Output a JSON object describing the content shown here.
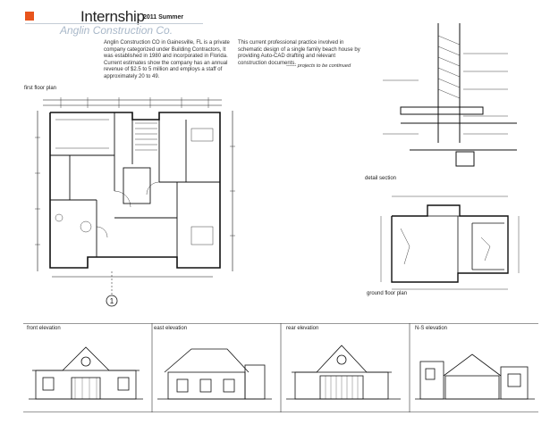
{
  "header": {
    "title": "Internship",
    "season": "2011 Summer",
    "subtitle": "Anglin Construction Co.",
    "accent_color": "#e8541c",
    "subtitle_color": "#a9b8c9",
    "rule_color": "#c4ccd6"
  },
  "intro": {
    "company_paragraph": "Anglin Construction CO in Gainesville, FL is a private company categorized under Building Contractors, It was established in 1980 and incorporated in Florida. Current estimates show the company has an annual revenue of $2.5 to 5 million and employs a staff of approximately 20 to 49.",
    "practice_paragraph": "This current professional practice involved in schematic design of a single family beach house by providing Auto-CAD drafting and relevant construction documents.",
    "continued_note": "------ projects to be continued"
  },
  "drawings": {
    "first_floor_plan": {
      "label": "first floor plan",
      "grid_marker": "1"
    },
    "detail_section": {
      "label": "detail section"
    },
    "ground_floor_plan": {
      "label": "ground floor plan"
    },
    "front_elevation": {
      "label": "front elevation"
    },
    "east_elevation": {
      "label": "east elevation"
    },
    "rear_elevation": {
      "label": "rear elevation"
    },
    "ns_elevation": {
      "label": "N-S elevation"
    }
  }
}
